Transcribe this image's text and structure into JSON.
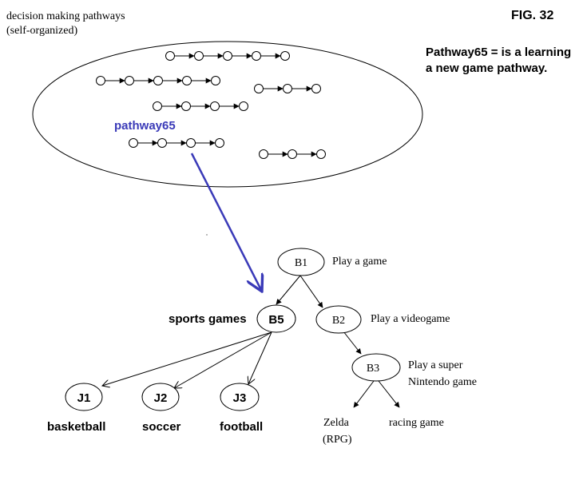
{
  "figure_label": "FIG. 32",
  "pool": {
    "title_line1": "decision making pathways",
    "title_line2": "(self-organized)",
    "highlight_label": "pathway65"
  },
  "note": {
    "line1": "Pathway65 = is a learning",
    "line2": "a new game pathway."
  },
  "tree": {
    "b1": {
      "id": "B1",
      "desc": "Play a game"
    },
    "b2": {
      "id": "B2",
      "desc": "Play a videogame"
    },
    "b3": {
      "id": "B3",
      "desc_line1": "Play a super",
      "desc_line2": "Nintendo game"
    },
    "b5": {
      "id": "B5",
      "desc": "sports games"
    },
    "j1": {
      "id": "J1",
      "desc": "basketball"
    },
    "j2": {
      "id": "J2",
      "desc": "soccer"
    },
    "j3": {
      "id": "J3",
      "desc": "football"
    },
    "leaf_zelda_line1": "Zelda",
    "leaf_zelda_line2": "(RPG)",
    "leaf_racing": "racing game"
  },
  "colors": {
    "highlight": "#3a3ab8",
    "ink": "#000000"
  }
}
